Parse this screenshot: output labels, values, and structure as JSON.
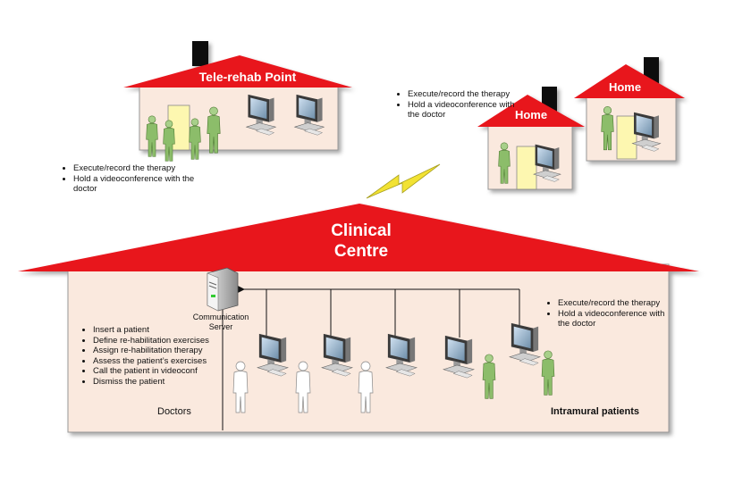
{
  "tele_rehab": {
    "title": "Tele-rehab Point",
    "bullets": [
      "Execute/record the therapy",
      "Hold a videoconference with the doctor"
    ]
  },
  "home": {
    "title_1": "Home",
    "title_2": "Home",
    "bullets": [
      "Execute/record the therapy",
      "Hold a videoconference with the doctor"
    ]
  },
  "clinical_centre": {
    "title_line_1": "Clinical",
    "title_line_2": "Centre",
    "server_label_1": "Communication",
    "server_label_2": "Server",
    "doctor_bullets": [
      "Insert a patient",
      "Define re-habilitation exercises",
      "Assign re-habilitation therapy",
      "Assess the patient’s exercises",
      "Call the patient in videoconf",
      "Dismiss the patient"
    ],
    "doctors_label": "Doctors",
    "patient_bullets": [
      "Execute/record the therapy",
      "Hold a videoconference with the doctor"
    ],
    "patients_label": "Intramural patients"
  },
  "colors": {
    "roof": "#e8121c",
    "wall": "#fae9de",
    "chimney": "#111111",
    "patient": "#8cbd6a",
    "doctor": "#ffffff",
    "lightning": "#f2e233"
  },
  "icons": [
    "monitor-icon",
    "server-icon",
    "patient-icon",
    "doctor-icon",
    "door-icon",
    "lightning-icon"
  ]
}
